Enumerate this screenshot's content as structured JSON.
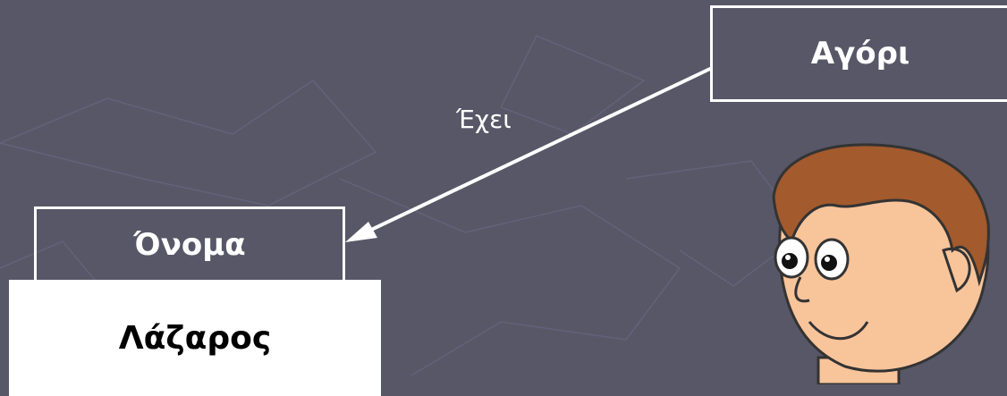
{
  "diagram": {
    "source_label": "Αγόρι",
    "relation_label": "Έχει",
    "attribute_label": "Όνομα",
    "attribute_value": "Λάζαρος"
  },
  "colors": {
    "background": "#575767",
    "foreground": "#ffffff",
    "value_box_fill": "#ffffff",
    "value_text": "#000000",
    "hair": "#a35a2c",
    "skin": "#f8c49a"
  },
  "illustration": {
    "subject": "cartoon-boy"
  }
}
